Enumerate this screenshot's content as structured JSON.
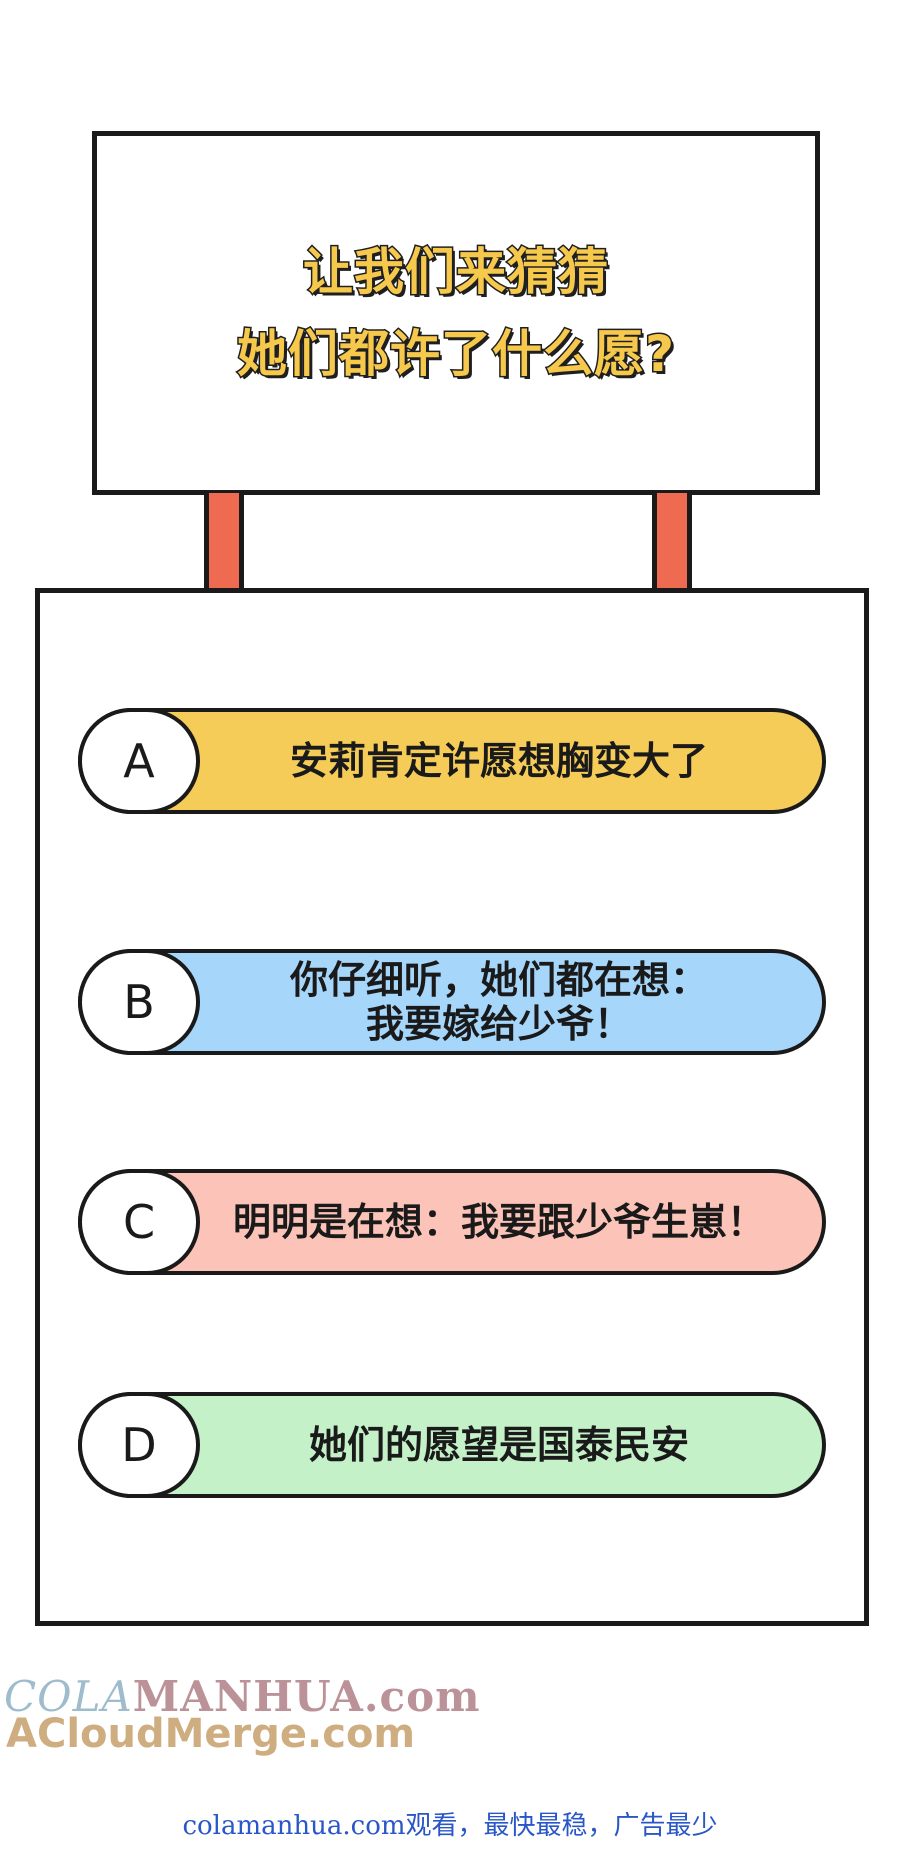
{
  "title": {
    "line1": "让我们来猜猜",
    "line2": "她们都许了什么愿?"
  },
  "options": [
    {
      "letter": "A",
      "lines": [
        "安莉肯定许愿想胸变大了"
      ],
      "color": "#f6cc59"
    },
    {
      "letter": "B",
      "lines": [
        "你仔细听，她们都在想：",
        "我要嫁给少爷！"
      ],
      "color": "#a6d6fa"
    },
    {
      "letter": "C",
      "lines": [
        "明明是在想：我要跟少爷生崽！"
      ],
      "color": "#fcc4b8"
    },
    {
      "letter": "D",
      "lines": [
        "她们的愿望是国泰民安"
      ],
      "color": "#c4f1c8"
    }
  ],
  "watermark": {
    "line1_prefix": "COLA",
    "line1_rest": "MANHUA.com",
    "line2": "ACloudMerge.com"
  },
  "footer": "colamanhua.com观看，最快最稳，广告最少"
}
